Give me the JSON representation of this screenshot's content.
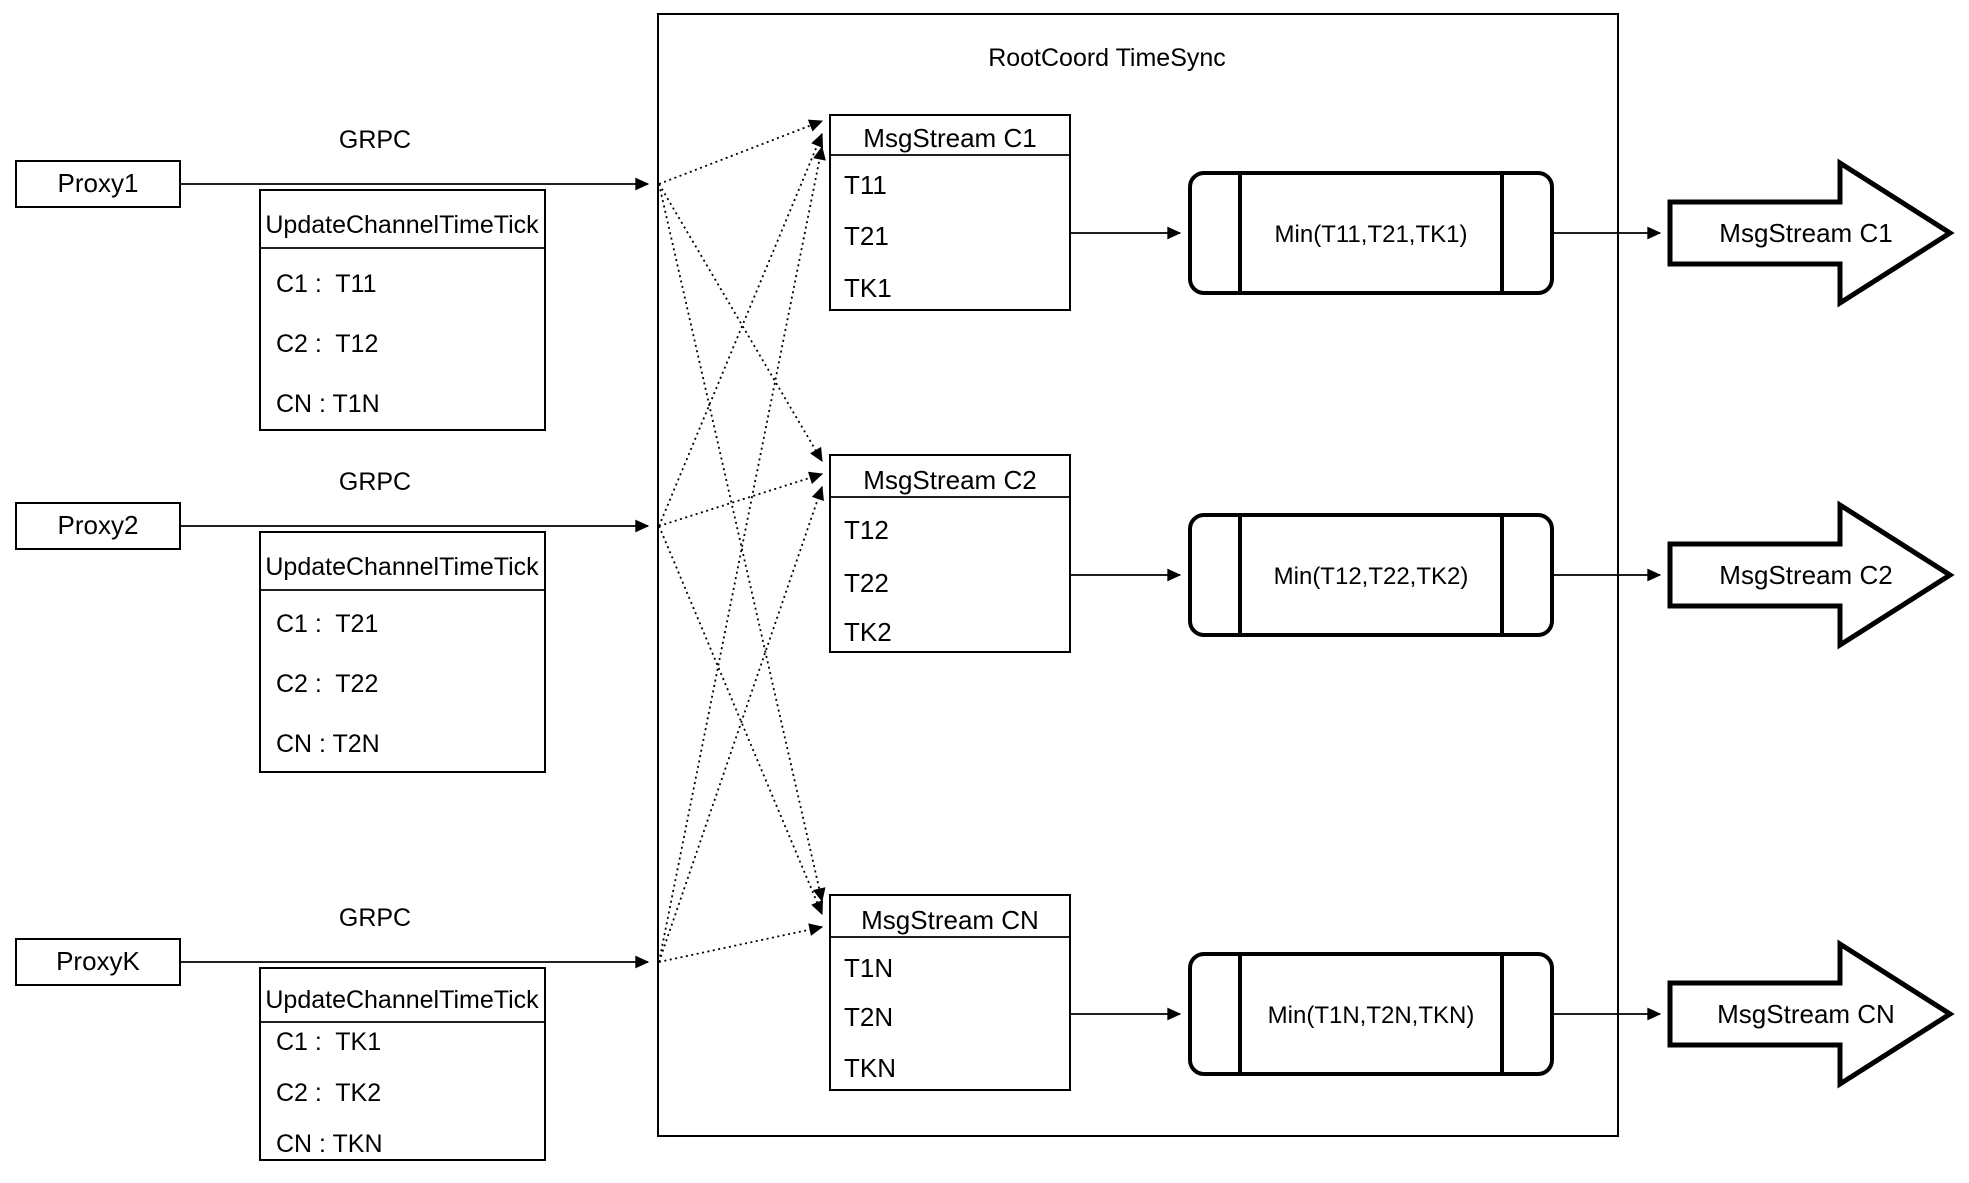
{
  "diagram": {
    "container_title": "RootCoord TimeSync",
    "colors": {
      "line": "#000000",
      "background": "#ffffff",
      "shape_fill": "#ffffff"
    },
    "rows": [
      {
        "proxy_label": "Proxy1",
        "grpc_label": "GRPC",
        "tick_header": "UpdateChannelTimeTick",
        "tick_rows": [
          "C1 :  T11",
          "C2 :  T12",
          "CN : T1N"
        ],
        "stream_header": "MsgStream C1",
        "stream_rows": [
          "T11",
          "T21",
          "TK1"
        ],
        "min_label": "Min(T11,T21,TK1)",
        "out_label": "MsgStream C1"
      },
      {
        "proxy_label": "Proxy2",
        "grpc_label": "GRPC",
        "tick_header": "UpdateChannelTimeTick",
        "tick_rows": [
          "C1 :  T21",
          "C2 :  T22",
          "CN : T2N"
        ],
        "stream_header": "MsgStream C2",
        "stream_rows": [
          "T12",
          "T22",
          "TK2"
        ],
        "min_label": "Min(T12,T22,TK2)",
        "out_label": "MsgStream C2"
      },
      {
        "proxy_label": "ProxyK",
        "grpc_label": "GRPC",
        "tick_header": "UpdateChannelTimeTick",
        "tick_rows": [
          "C1 :  TK1",
          "C2 :  TK2",
          "CN : TKN"
        ],
        "stream_header": "MsgStream CN",
        "stream_rows": [
          "T1N",
          "T2N",
          "TKN"
        ],
        "min_label": "Min(T1N,T2N,TKN)",
        "out_label": "MsgStream CN"
      }
    ]
  }
}
